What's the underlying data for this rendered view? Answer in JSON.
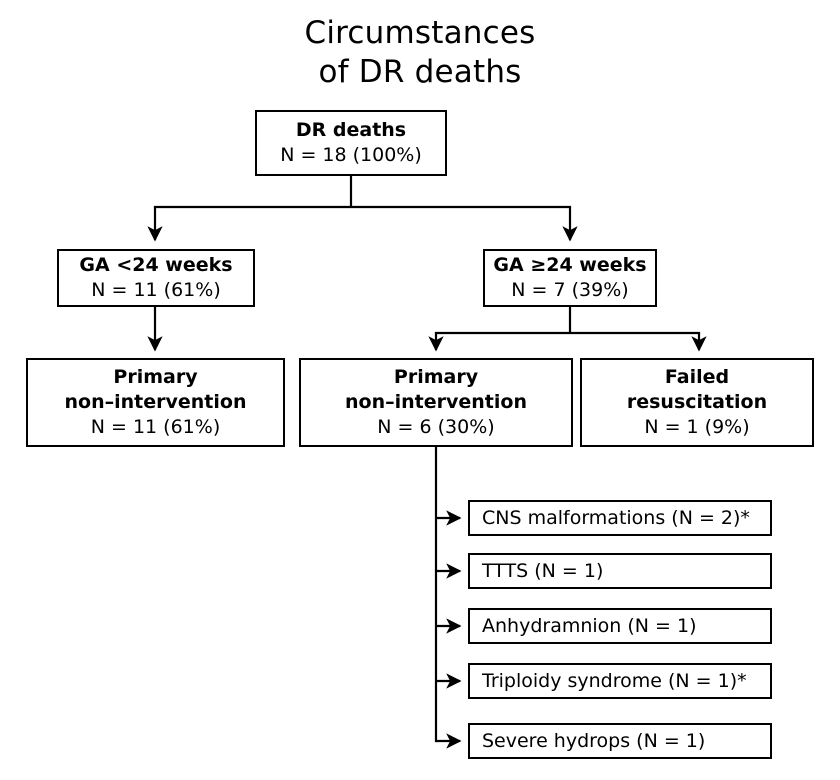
{
  "title": "Circumstances\nof DR deaths",
  "nodes": {
    "root": {
      "heading": "DR deaths",
      "count": "N = 18 (100%)"
    },
    "ga_lt24": {
      "heading": "GA <24 weeks",
      "count": "N = 11 (61%)"
    },
    "ga_ge24": {
      "heading": "GA ≥24 weeks",
      "count": "N = 7 (39%)"
    },
    "primary_non_intervention_lt24": {
      "heading": "Primary\nnon–intervention",
      "count": "N = 11 (61%)"
    },
    "primary_non_intervention_ge24": {
      "heading": "Primary\nnon–intervention",
      "count": "N = 6 (30%)"
    },
    "failed_resuscitation": {
      "heading": "Failed\nresuscitation",
      "count": "N = 1 (9%)"
    }
  },
  "reasons": [
    {
      "label": "CNS malformations (N = 2)*"
    },
    {
      "label": "TTTS (N = 1)"
    },
    {
      "label": "Anhydramnion (N = 1)"
    },
    {
      "label": "Triploidy syndrome (N = 1)*"
    },
    {
      "label": "Severe hydrops (N = 1)"
    }
  ],
  "chart_data": {
    "type": "diagram",
    "title": "Circumstances of DR deaths",
    "total": 18,
    "nodes": [
      {
        "id": "root",
        "label": "DR deaths",
        "n": 18,
        "pct": "100%",
        "level": 0
      },
      {
        "id": "ga_lt24",
        "label": "GA <24 weeks",
        "n": 11,
        "pct": "61%",
        "level": 1,
        "parent": "root"
      },
      {
        "id": "ga_ge24",
        "label": "GA ≥24 weeks",
        "n": 7,
        "pct": "39%",
        "level": 1,
        "parent": "root"
      },
      {
        "id": "pni_lt24",
        "label": "Primary non–intervention",
        "n": 11,
        "pct": "61%",
        "level": 2,
        "parent": "ga_lt24"
      },
      {
        "id": "pni_ge24",
        "label": "Primary non–intervention",
        "n": 6,
        "pct": "30%",
        "level": 2,
        "parent": "ga_ge24"
      },
      {
        "id": "failed_resus",
        "label": "Failed resuscitation",
        "n": 1,
        "pct": "9%",
        "level": 2,
        "parent": "ga_ge24"
      },
      {
        "id": "cns",
        "label": "CNS malformations",
        "n": 2,
        "level": 3,
        "parent": "pni_ge24",
        "footnote": "*"
      },
      {
        "id": "ttts",
        "label": "TTTS",
        "n": 1,
        "level": 3,
        "parent": "pni_ge24"
      },
      {
        "id": "anhydramnion",
        "label": "Anhydramnion",
        "n": 1,
        "level": 3,
        "parent": "pni_ge24"
      },
      {
        "id": "triploidy",
        "label": "Triploidy syndrome",
        "n": 1,
        "level": 3,
        "parent": "pni_ge24",
        "footnote": "*"
      },
      {
        "id": "hydrops",
        "label": "Severe hydrops",
        "n": 1,
        "level": 3,
        "parent": "pni_ge24"
      }
    ],
    "colors": {
      "stroke": "#000000",
      "fill": "#ffffff",
      "text": "#000000"
    }
  }
}
